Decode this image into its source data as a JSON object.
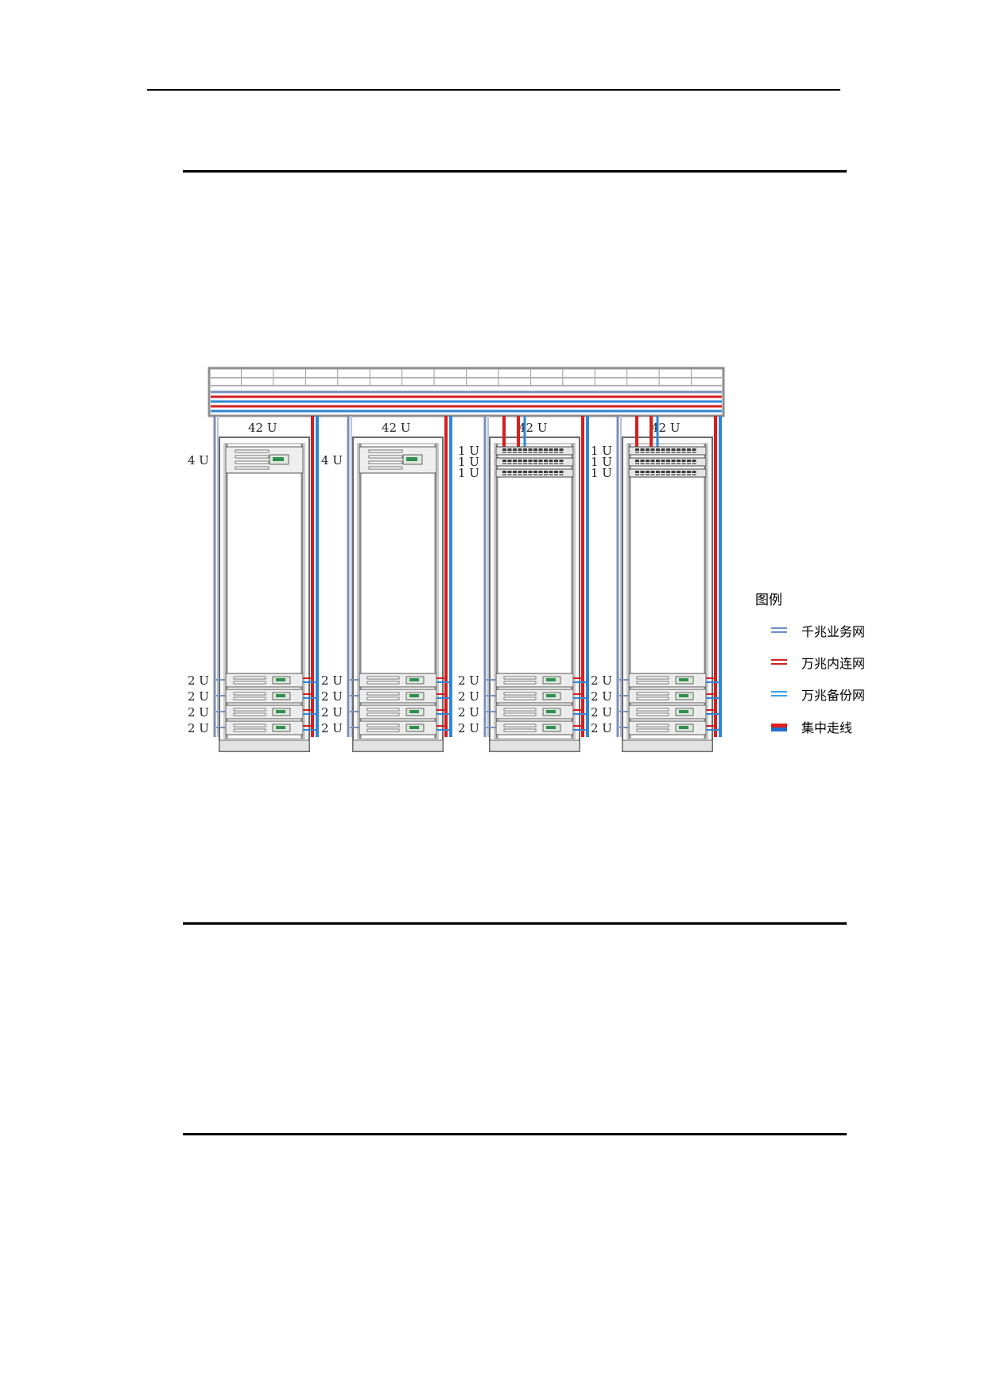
{
  "racks": [
    {
      "capacity": "42 U",
      "top_units": [
        "4 U"
      ],
      "top_type": "server-4u",
      "bottom_units": [
        "2 U",
        "2 U",
        "2 U",
        "2 U"
      ]
    },
    {
      "capacity": "42 U",
      "top_units": [
        "4 U"
      ],
      "top_type": "server-4u",
      "bottom_units": [
        "2 U",
        "2 U",
        "2 U",
        "2 U"
      ]
    },
    {
      "capacity": "42 U",
      "top_units": [
        "1 U",
        "1 U",
        "1 U"
      ],
      "top_type": "switch-1u",
      "bottom_units": [
        "2 U",
        "2 U",
        "2 U",
        "2 U"
      ]
    },
    {
      "capacity": "42 U",
      "top_units": [
        "1 U",
        "1 U",
        "1 U"
      ],
      "top_type": "switch-1u",
      "bottom_units": [
        "2 U",
        "2 U",
        "2 U",
        "2 U"
      ]
    }
  ],
  "legend": {
    "title": "图例",
    "items": [
      {
        "label": "千兆业务网",
        "color": "#6f8fc9",
        "color2": "#6f8fc9"
      },
      {
        "label": "万兆内连网",
        "color": "#d42020",
        "color2": "#d42020"
      },
      {
        "label": "万兆备份网",
        "color": "#3aa0e8",
        "color2": "#3aa0e8"
      },
      {
        "label": "集中走线",
        "color": "#e02020",
        "color2": "#1f6fd1",
        "thick": true
      }
    ]
  },
  "colors": {
    "gigabit": "#7b8fb8",
    "ten_gig_internal": "#d61e1e",
    "ten_gig_backup": "#2f86d6",
    "frame": "#8a8a8a"
  }
}
